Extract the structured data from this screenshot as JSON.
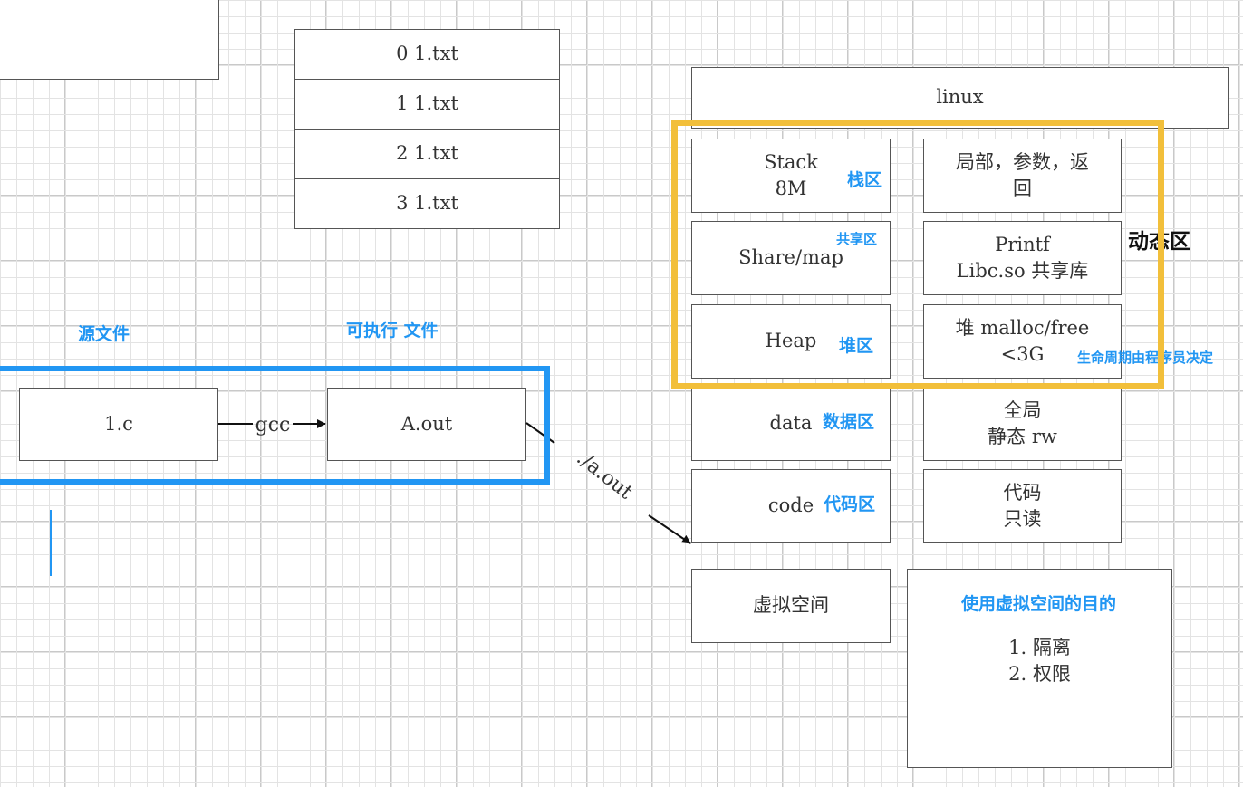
{
  "colors": {
    "highlight_blue": "#2196f3",
    "highlight_yellow": "#f2bf3a",
    "box_border": "#555555",
    "grid": "#e3e3e3"
  },
  "file_table": [
    "0 1.txt",
    "1 1.txt",
    "2 1.txt",
    "3 1.txt"
  ],
  "compile_flow": {
    "source_caption": "源文件",
    "exec_caption": "可执行 文件",
    "source_file": "1.c",
    "exec_file": "A.out",
    "gcc_edge": "gcc",
    "run_edge": "./a.out"
  },
  "memory": {
    "linux": "linux",
    "stack_line1": "Stack",
    "stack_line2": "8M",
    "stack_tag": "栈区",
    "stack_desc_line1": "局部，参数，返",
    "stack_desc_line2": "回",
    "share": "Share/map",
    "share_tag": "共享区",
    "share_desc_line1": "Printf",
    "share_desc_line2": "Libc.so 共享库",
    "heap": "Heap",
    "heap_tag": "堆区",
    "heap_desc_line1": "堆 malloc/free",
    "heap_desc_line2": "<3G",
    "dynamic_label": "动态区",
    "lifecycle_note": "生命周期由程序员决定",
    "data": "data",
    "data_tag": "数据区",
    "data_desc_line1": "全局",
    "data_desc_line2": "静态 rw",
    "code": "code",
    "code_tag": "代码区",
    "code_desc_line1": "代码",
    "code_desc_line2": "只读"
  },
  "virtual": {
    "label": "虚拟空间",
    "purpose_title": "使用虚拟空间的目的",
    "purpose_1": "1. 隔离",
    "purpose_2": "2. 权限"
  }
}
